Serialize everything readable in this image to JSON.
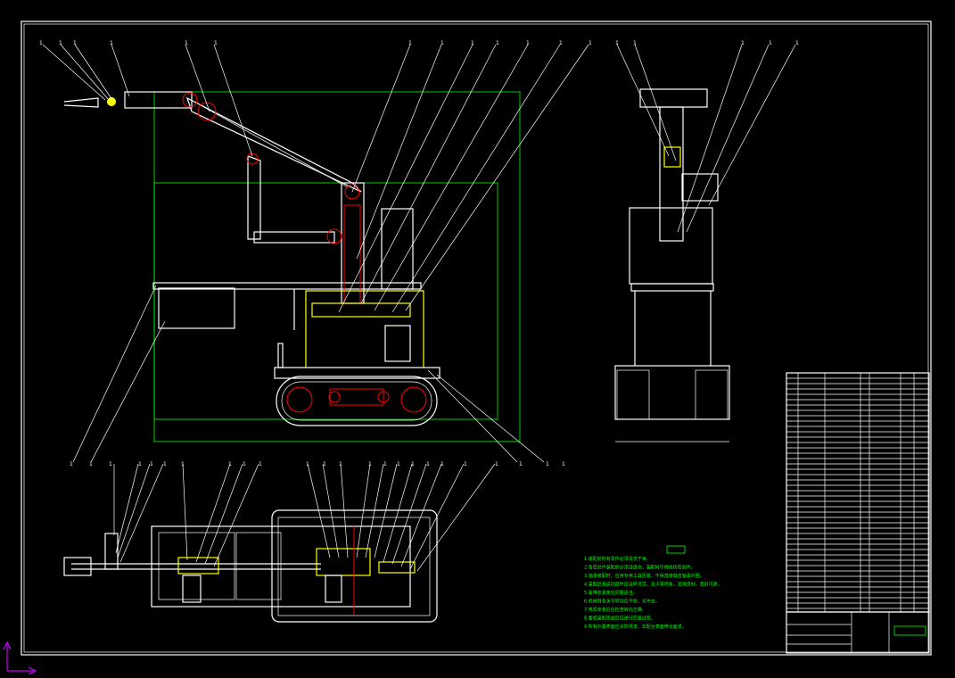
{
  "drawing": {
    "background": "#000000",
    "line_color": "#ffffff",
    "dimension_color": "#00ff00",
    "hidden_color": "#ff0000",
    "accent_color": "#ffff00",
    "ucs_color": "#cc00ff"
  },
  "balloons": {
    "top": [
      "1",
      "1",
      "1",
      "1",
      "1",
      "1",
      "1",
      "1",
      "1",
      "1",
      "1",
      "1",
      "1",
      "1",
      "1",
      "1",
      "1",
      "1"
    ],
    "bottom": [
      "1",
      "1",
      "1",
      "1",
      "1",
      "1",
      "1",
      "1",
      "1",
      "1",
      "1",
      "1",
      "1",
      "1",
      "1",
      "1",
      "1",
      "1",
      "1",
      "1",
      "1",
      "1",
      "1",
      "1"
    ]
  },
  "technical_requirements": [
    "1.装配前所有零件必须清洗干净。",
    "2.各密封件装配前必须浸透油，装配时不得损伤密封件。",
    "3.轴承装配时，应用专用工具压装，不得直接敲击轴承外圈。",
    "4.装配后各运动部件应运转灵活，无卡滞现象，润滑良好，密封可靠。",
    "5.履带张紧度应调整适当。",
    "6.机械臂各关节转动应平稳，无冲击。",
    "7.电机安装后应检查转向正确。",
    "8.整机装配完成后应进行空载试验。",
    "9.所有外露表面应涂防锈漆，非配合表面喷涂面漆。"
  ]
}
